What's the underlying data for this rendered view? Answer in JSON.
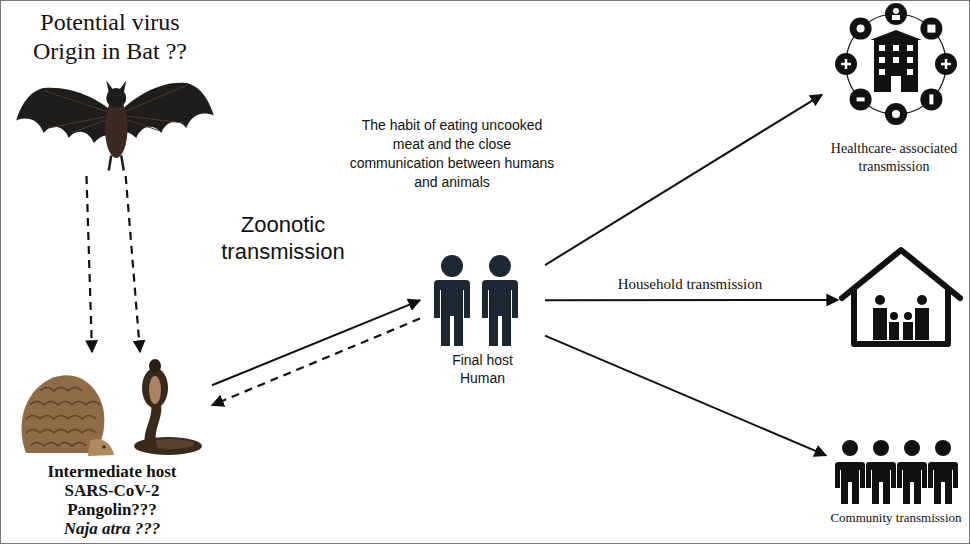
{
  "diagram": {
    "nodes": [
      {
        "text": [
          "Potential virus Origin in Bat ??"
        ]
      },
      {
        "text": [
          "Intermediate host",
          "SARS-CoV-2",
          "Pangolin???",
          "Naja atra ???"
        ]
      },
      {
        "text": [
          "Final host Human"
        ]
      },
      {
        "text": [
          "Healthcare- associated transmission"
        ]
      },
      {
        "text": []
      },
      {
        "text": [
          "Community transmission"
        ]
      }
    ],
    "edges": [
      {
        "from": 0,
        "to": 1,
        "arrow": "to"
      },
      {
        "from": 0,
        "to": 1,
        "arrow": "to"
      },
      {
        "from": 1,
        "to": 2,
        "label": "Zoonotic transmission",
        "arrow": "to"
      },
      {
        "from": 2,
        "to": 1,
        "arrow": "to"
      },
      {
        "from": 2,
        "to": 3,
        "arrow": "to"
      },
      {
        "from": 2,
        "to": 4,
        "label": "Household transmission",
        "arrow": "to"
      },
      {
        "from": 2,
        "to": 5,
        "arrow": "to"
      }
    ],
    "labels": [
      "The habit of eating uncooked meat and the close communication between humans and animals"
    ]
  }
}
